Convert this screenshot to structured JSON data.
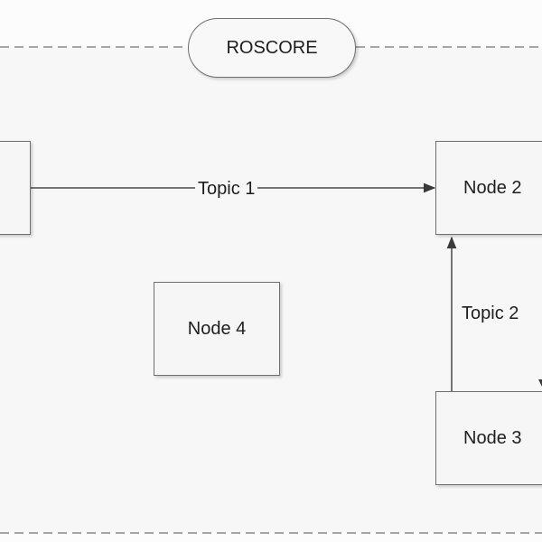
{
  "container": {
    "label": "ROSCORE"
  },
  "nodes": [
    {
      "id": "node-1",
      "label": ""
    },
    {
      "id": "node-2",
      "label": "Node 2"
    },
    {
      "id": "node-3",
      "label": "Node 3"
    },
    {
      "id": "node-4",
      "label": "Node 4"
    }
  ],
  "topics": [
    {
      "id": "topic-1",
      "label": "Topic 1",
      "from": "node-1",
      "to": "node-2"
    },
    {
      "id": "topic-2",
      "label": "Topic 2",
      "from": "node-3",
      "to": "node-2"
    }
  ]
}
